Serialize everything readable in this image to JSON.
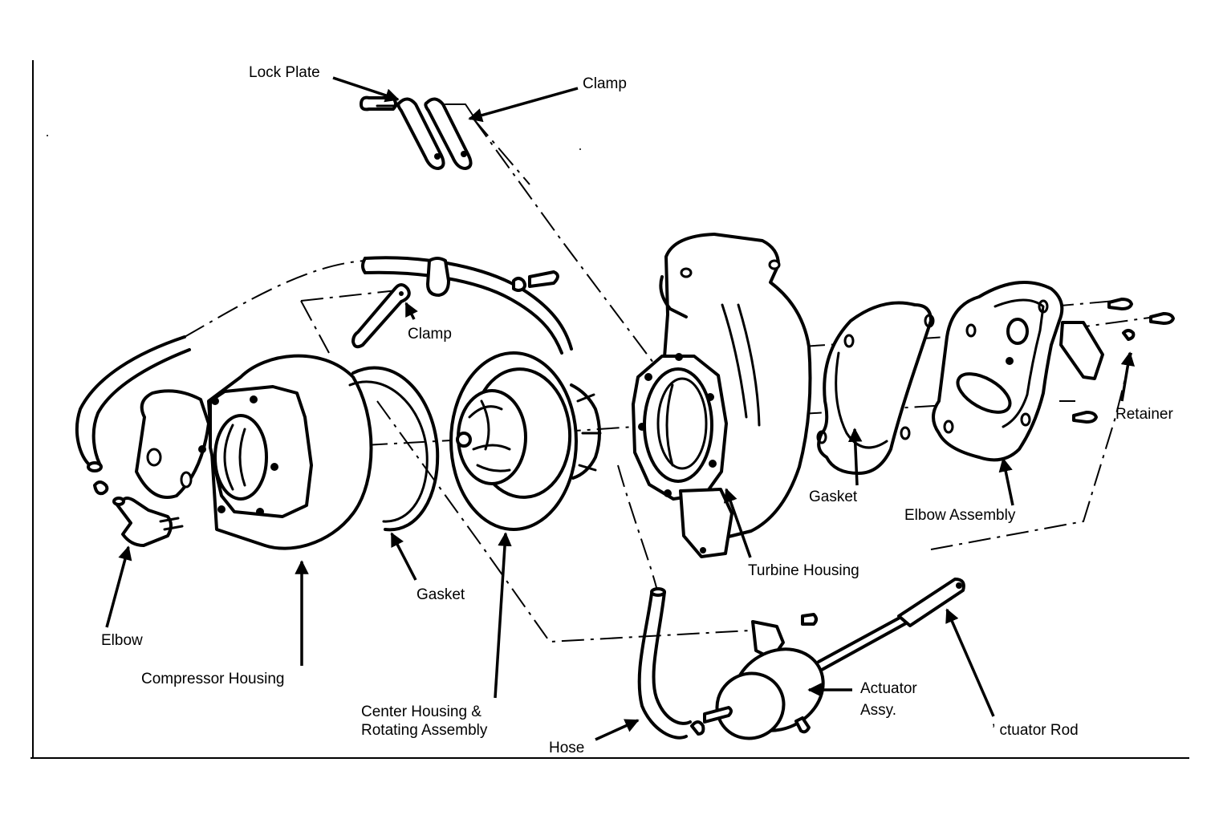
{
  "diagram": {
    "title": "Turbocharger exploded view",
    "colors": {
      "line": "#000000",
      "background": "#ffffff"
    },
    "labels": {
      "lock_plate": "Lock Plate",
      "clamp_top": "Clamp",
      "clamp_mid": "Clamp",
      "retainer": "Retainer",
      "gasket_right": "Gasket",
      "elbow_assembly": "Elbow Assembly",
      "turbine_housing": "Turbine Housing",
      "gasket_left": "Gasket",
      "elbow": "Elbow",
      "compressor_housing": "Compressor Housing",
      "center_housing_line1": "Center Housing &",
      "center_housing_line2": "Rotating Assembly",
      "actuator_assy_line1": "Actuator",
      "actuator_assy_line2": "Assy.",
      "actuator_rod": "’ ctuator Rod",
      "hose": "Hose"
    }
  }
}
